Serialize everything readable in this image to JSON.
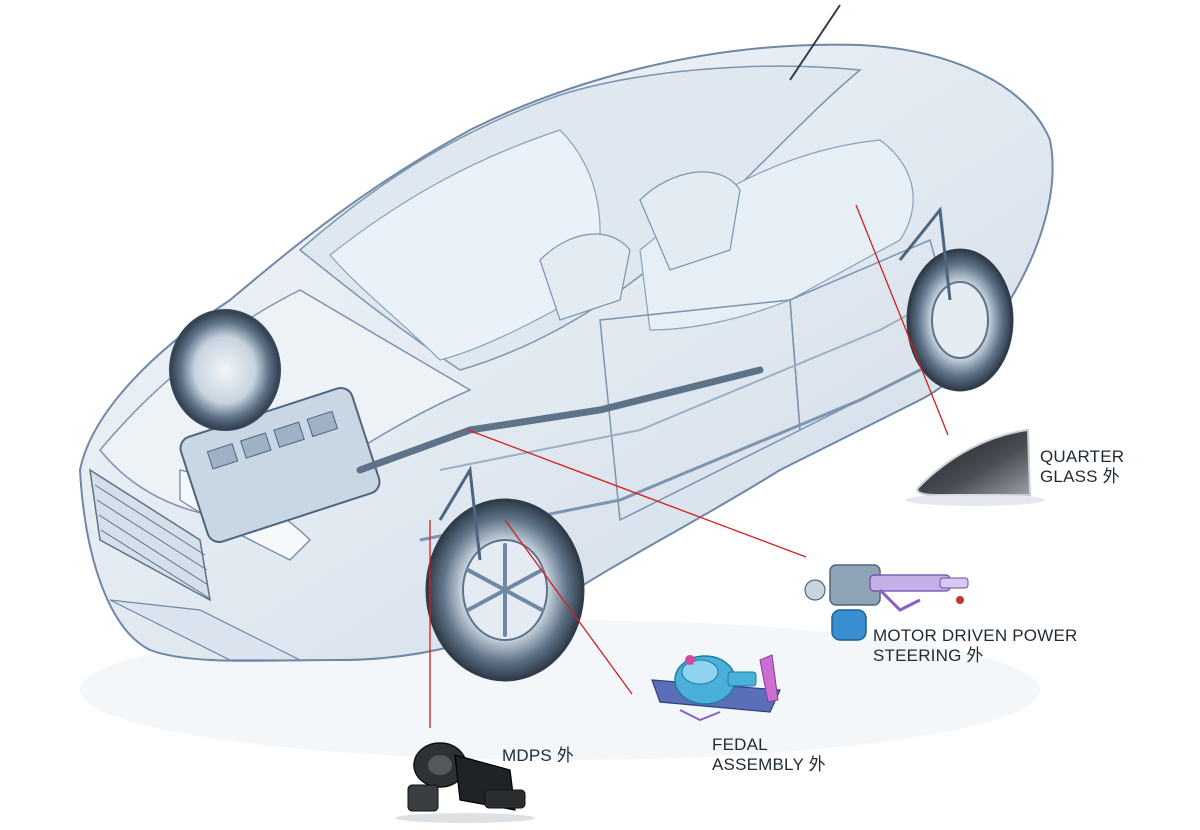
{
  "diagram": {
    "colors": {
      "leader_line": "#d81e1e",
      "car_outline": "#6f88a3",
      "car_fill": "#e3ebf3",
      "part_dark": "#2e3135",
      "part_blue": "#4bb0d9",
      "part_purple": "#8a5fc7"
    },
    "labels": {
      "quarter_glass": {
        "line1": "QUARTER",
        "line2": "GLASS 外"
      },
      "motor_driven_power_steering": {
        "line1": "MOTOR DRIVEN POWER",
        "line2": "STEERING 外"
      },
      "fedal_assembly": {
        "line1": "FEDAL",
        "line2": "ASSEMBLY 外"
      },
      "mdps": {
        "line1": "MDPS 外"
      }
    }
  }
}
